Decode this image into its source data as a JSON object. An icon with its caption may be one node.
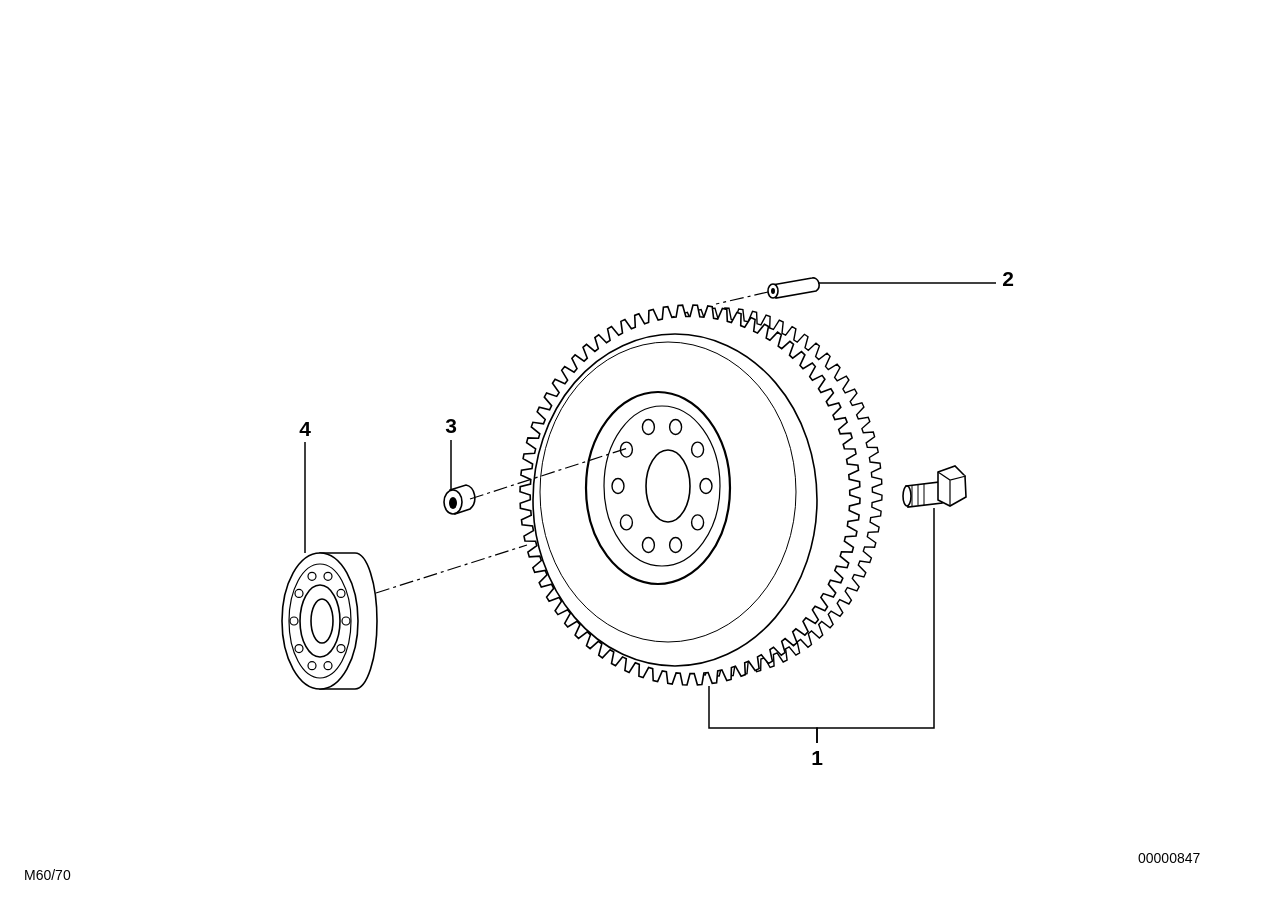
{
  "diagram": {
    "nodes": [
      {
        "text": [
          "1"
        ]
      },
      {
        "text": [
          "2"
        ]
      },
      {
        "text": [
          "3"
        ]
      },
      {
        "text": [
          "4"
        ]
      },
      {
        "text": [],
        "shape": "picture"
      },
      {
        "text": [],
        "shape": "picture"
      },
      {
        "text": [],
        "shape": "picture"
      },
      {
        "text": [],
        "shape": "picture"
      },
      {
        "text": [],
        "shape": "picture"
      }
    ],
    "edges": [
      {
        "from": 0,
        "to": 4,
        "arrow": "none"
      },
      {
        "from": 0,
        "to": 8,
        "arrow": "none"
      },
      {
        "from": 1,
        "to": 5,
        "arrow": "none"
      },
      {
        "from": 2,
        "to": 6,
        "arrow": "none"
      },
      {
        "from": 3,
        "to": 7,
        "arrow": "none"
      },
      {
        "from": 5,
        "to": 4,
        "arrow": "none",
        "style": "dashed"
      },
      {
        "from": 6,
        "to": 4,
        "arrow": "none",
        "style": "dashed"
      },
      {
        "from": 7,
        "to": 4,
        "arrow": "none",
        "style": "dashed"
      }
    ],
    "labels": [
      "M60/70",
      "00000847"
    ]
  }
}
